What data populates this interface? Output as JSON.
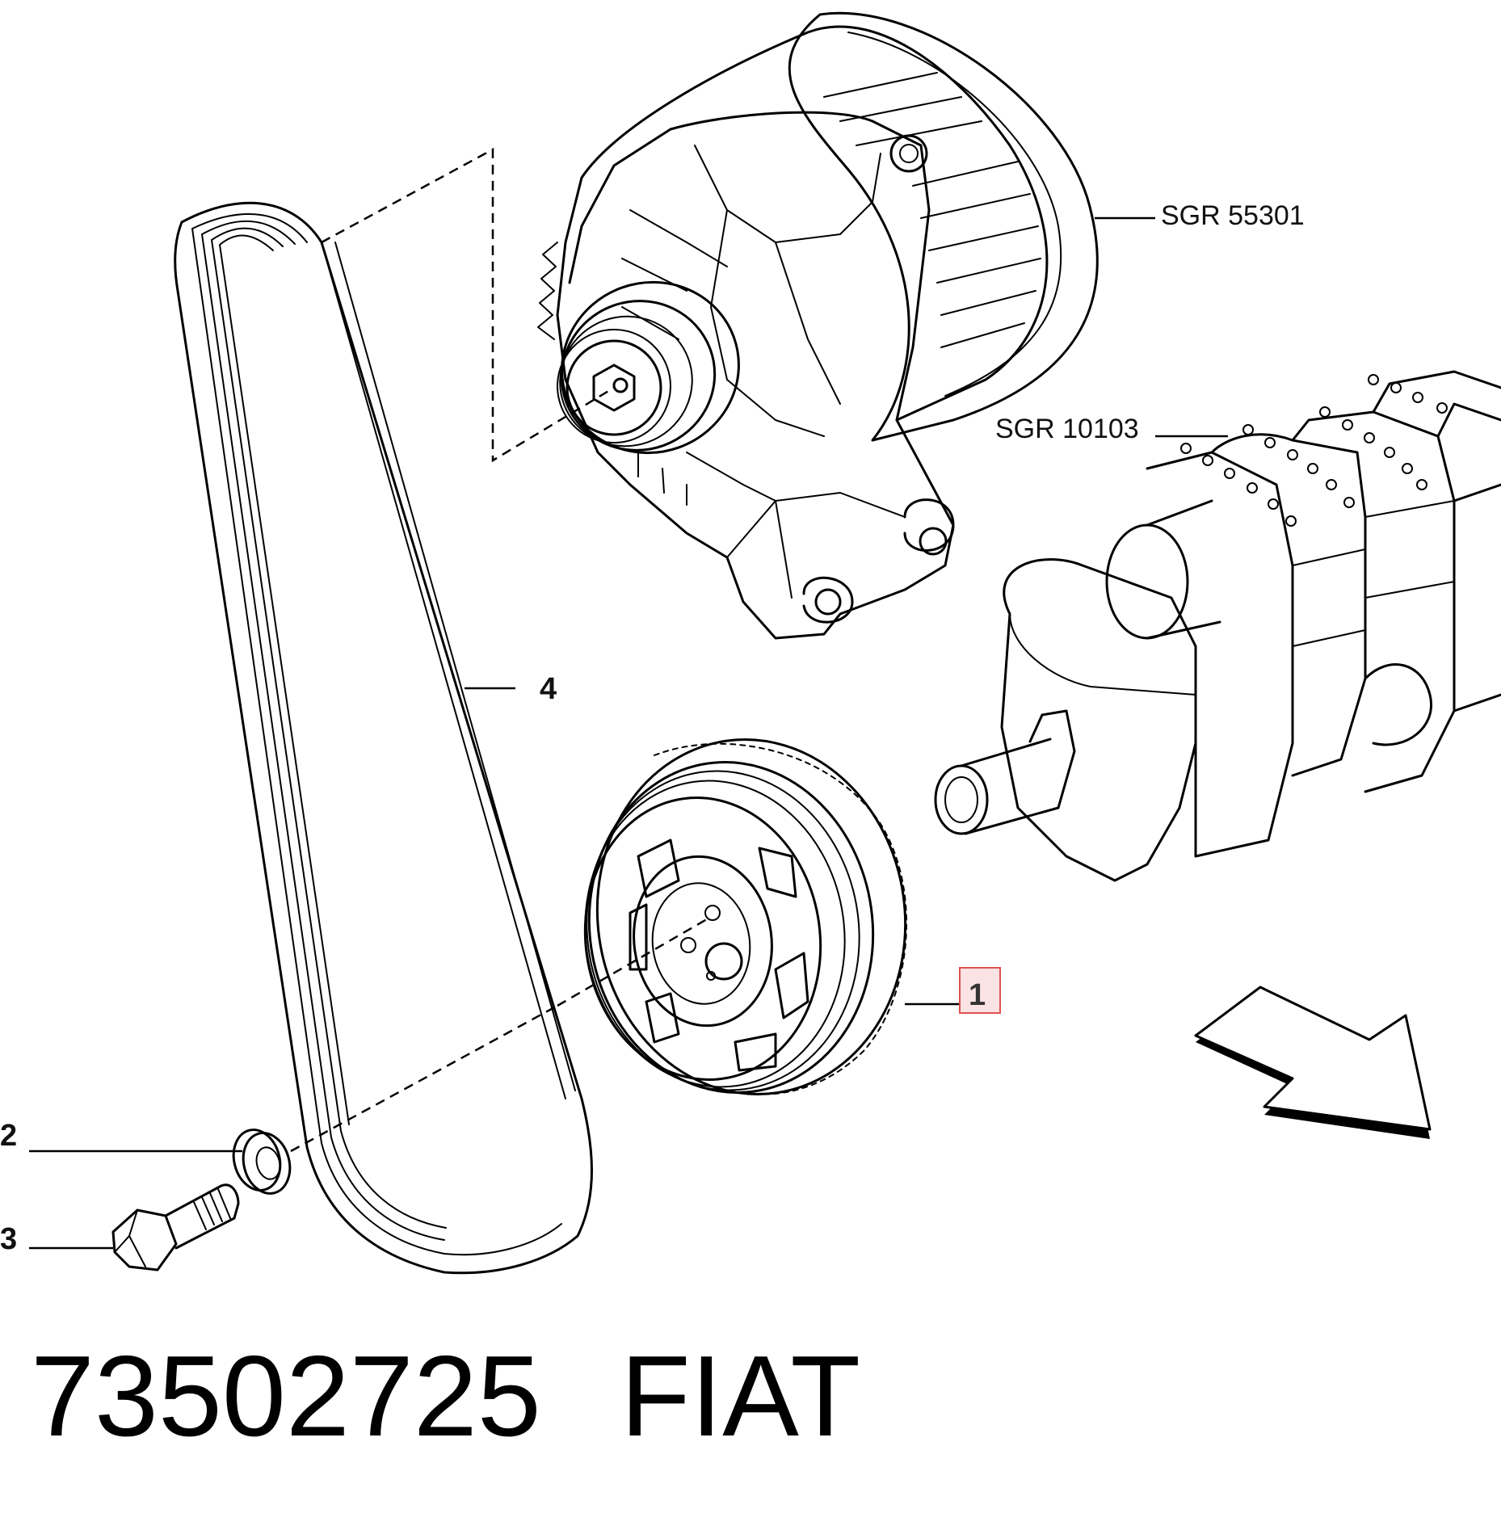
{
  "labels": {
    "item_1": "1",
    "item_2": "2",
    "item_3": "3",
    "item_4": "4",
    "ref_alternator": "SGR 55301",
    "ref_crankshaft": "SGR 10103"
  },
  "footer": {
    "part_number": "73502725",
    "brand": "FIAT"
  },
  "colors": {
    "highlight_border": "#e05050",
    "highlight_fill": "#fbe3e3"
  }
}
